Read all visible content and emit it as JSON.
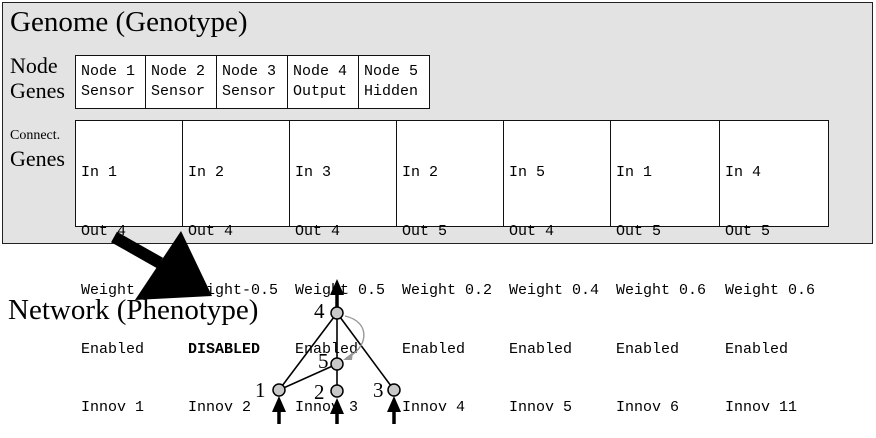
{
  "genome": {
    "title": "Genome (Genotype)",
    "node_label_line1": "Node",
    "node_label_line2": "Genes",
    "connect_label_line1": "Connect.",
    "connect_label_line2": "Genes",
    "nodes": [
      {
        "name": "Node 1",
        "type": "Sensor"
      },
      {
        "name": "Node 2",
        "type": "Sensor"
      },
      {
        "name": "Node 3",
        "type": "Sensor"
      },
      {
        "name": "Node 4",
        "type": "Output"
      },
      {
        "name": "Node 5",
        "type": "Hidden"
      }
    ],
    "connections": [
      {
        "in": "In 1",
        "out": "Out 4",
        "weight": "Weight 0.7",
        "status": "Enabled",
        "innov": "Innov 1"
      },
      {
        "in": "In 2",
        "out": "Out 4",
        "weight": "Weight-0.5",
        "status": "DISABLED",
        "innov": "Innov 2"
      },
      {
        "in": "In 3",
        "out": "Out 4",
        "weight": "Weight 0.5",
        "status": "Enabled",
        "innov": "Innov 3"
      },
      {
        "in": "In 2",
        "out": "Out 5",
        "weight": "Weight 0.2",
        "status": "Enabled",
        "innov": "Innov 4"
      },
      {
        "in": "In 5",
        "out": "Out 4",
        "weight": "Weight 0.4",
        "status": "Enabled",
        "innov": "Innov 5"
      },
      {
        "in": "In 1",
        "out": "Out 5",
        "weight": "Weight 0.6",
        "status": "Enabled",
        "innov": "Innov 6"
      },
      {
        "in": "In 4",
        "out": "Out 5",
        "weight": "Weight 0.6",
        "status": "Enabled",
        "innov": "Innov 11"
      }
    ]
  },
  "phenotype": {
    "title": "Network (Phenotype)",
    "node_labels": [
      "1",
      "2",
      "3",
      "4",
      "5"
    ]
  },
  "colors": {
    "panel_background": "#e3e3e3",
    "node_fill": "#c8c8c8",
    "recurrent_link": "#999999"
  }
}
